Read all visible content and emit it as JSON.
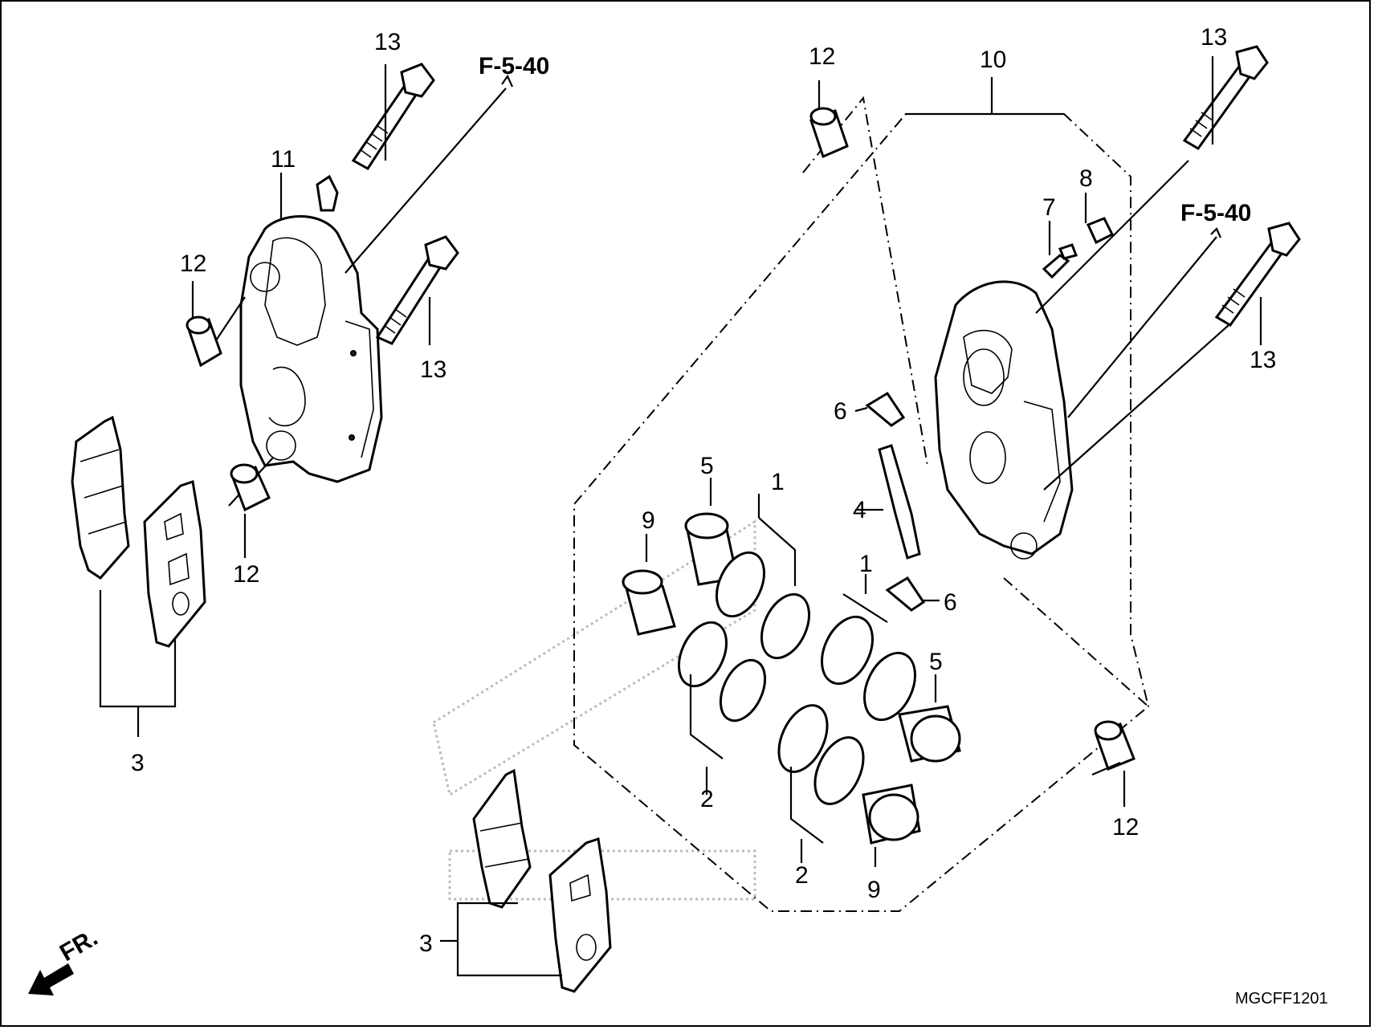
{
  "labels": {
    "l13a": "13",
    "l13b": "13",
    "l13c": "13",
    "l13d": "13",
    "l12a": "12",
    "l12b": "12",
    "l12c": "12",
    "l12d": "12",
    "l11": "11",
    "l10": "10",
    "l9a": "9",
    "l9b": "9",
    "l8": "8",
    "l7": "7",
    "l6a": "6",
    "l6b": "6",
    "l5a": "5",
    "l5b": "5",
    "l4": "4",
    "l3a": "3",
    "l3b": "3",
    "l2a": "2",
    "l2b": "2",
    "l1a": "1",
    "l1b": "1"
  },
  "refs": {
    "left": "F-5-40",
    "right": "F-5-40"
  },
  "front_arrow": "FR.",
  "diagram_code": "MGCFF1201"
}
